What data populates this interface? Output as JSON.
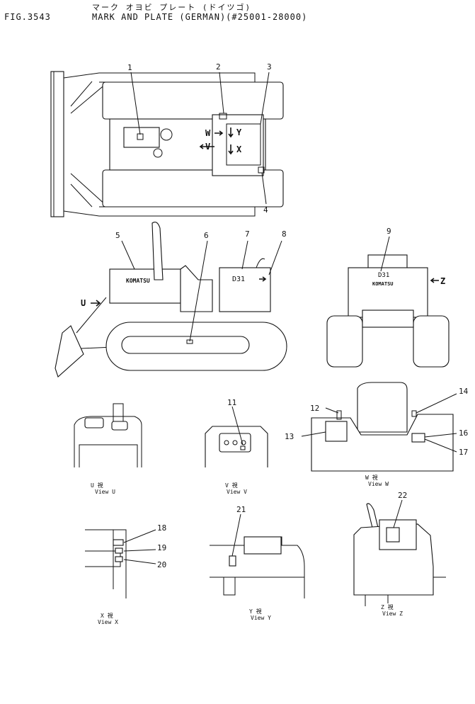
{
  "header": {
    "fig_no": "FIG.3543",
    "subtitle_jp": "マーク オヨビ プレート (ドイツゴ)",
    "title": "MARK AND PLATE (GERMAN)(#25001-28000)"
  },
  "callouts": [
    "1",
    "2",
    "3",
    "4",
    "5",
    "6",
    "7",
    "8",
    "9",
    "11",
    "12",
    "13",
    "14",
    "16",
    "17",
    "18",
    "19",
    "20",
    "21",
    "22"
  ],
  "view_arrows": {
    "u": "U",
    "v": "V",
    "w": "W",
    "x": "X",
    "y": "Y",
    "z": "Z"
  },
  "machine_text": {
    "model": "D31",
    "brand": "KOMATSU"
  },
  "captions": {
    "u": {
      "jp": "U 視",
      "en": "View U"
    },
    "v": {
      "jp": "V 視",
      "en": "View V"
    },
    "w": {
      "jp": "W 視",
      "en": "View W"
    },
    "x": {
      "jp": "X 視",
      "en": "View X"
    },
    "y": {
      "jp": "Y 視",
      "en": "View Y"
    },
    "z": {
      "jp": "Z 視",
      "en": "View Z"
    }
  }
}
